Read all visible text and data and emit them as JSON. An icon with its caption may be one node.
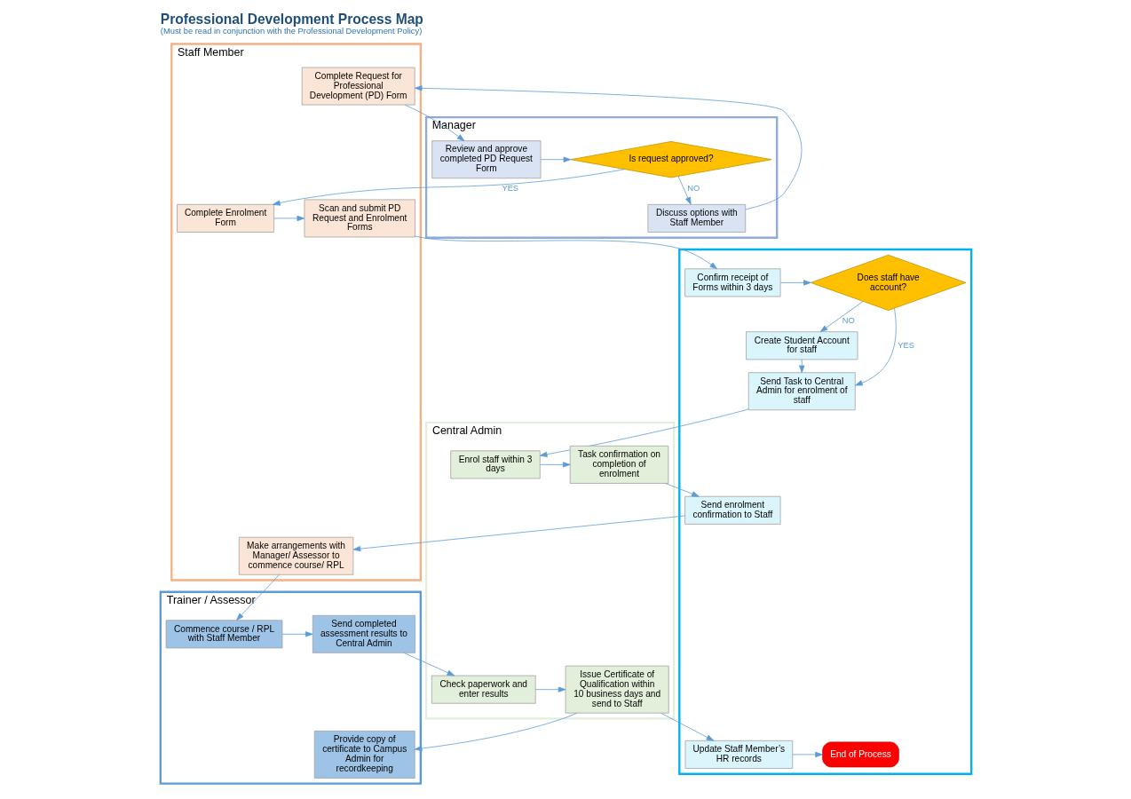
{
  "diagram": {
    "title": "Professional Development Process Map",
    "caption": "(Must be read in conjunction with the Professional Development Policy)",
    "nodes": [
      {
        "text": [
          "Staff Member"
        ]
      },
      {
        "text": [
          "Complete Request for Professional Development (PD) Form"
        ],
        "in": 0
      },
      {
        "text": [
          "Complete Enrolment Form"
        ],
        "in": 0
      },
      {
        "text": [
          "Scan and submit PD Request and Enrolment Forms"
        ],
        "in": 0
      },
      {
        "text": [
          "Make arrangements with Manager/ Assessor to commence course/ RPL"
        ],
        "in": 0
      },
      {
        "text": [
          "Trainer / Assessor"
        ]
      },
      {
        "text": [
          "Commence course / RPL with Staff Member"
        ],
        "in": 5
      },
      {
        "text": [
          "Send completed assessment results to Central Admin"
        ],
        "in": 5
      },
      {
        "text": [
          "Provide copy of certificate to Campus Admin for recordkeeping"
        ],
        "in": 5
      },
      {
        "text": [
          "Manager"
        ]
      },
      {
        "text": [
          "Discuss options with Staff Member"
        ],
        "in": 9
      },
      {
        "text": [
          "Review and approve completed PD Request Form"
        ],
        "in": 9
      },
      {
        "text": [
          "Is request approved?"
        ],
        "in": 9
      },
      {
        "text": [],
        "shape": "box"
      },
      {
        "text": [
          "Confirm receipt of Forms within 3 days"
        ],
        "in": 13
      },
      {
        "text": [
          "Does staff have account?"
        ],
        "in": 13
      },
      {
        "text": [
          "Create Student Account for staff"
        ],
        "in": 13
      },
      {
        "text": [
          "Send Task to Central Admin for enrolment of staff"
        ],
        "in": 13
      },
      {
        "text": [
          "Send enrolment confirmation to Staff"
        ],
        "in": 13
      },
      {
        "text": [
          "Update Staff Member’s HR records"
        ],
        "in": 13
      },
      {
        "text": [
          "End of Process"
        ],
        "in": 13
      },
      {
        "text": [
          "Central Admin"
        ]
      },
      {
        "text": [
          "Enrol staff within 3 days"
        ],
        "in": 21
      },
      {
        "text": [
          "Task confirmation on completion of enrolment"
        ],
        "in": 21
      },
      {
        "text": [
          "Check paperwork and enter results"
        ],
        "in": 21
      },
      {
        "text": [
          "Issue Certificate of Qualification within 10 business days and send to Staff"
        ],
        "in": 21
      }
    ],
    "edges": [
      {
        "from": 1,
        "to": 11,
        "arrow": "to"
      },
      {
        "from": 10,
        "to": 1,
        "arrow": "to"
      },
      {
        "from": 11,
        "to": 12,
        "arrow": "to"
      },
      {
        "from": 12,
        "to": 10,
        "arrow": "to",
        "label": "NO"
      },
      {
        "from": 12,
        "to": 2,
        "arrow": "to",
        "label": "YES"
      },
      {
        "from": 2,
        "to": 3,
        "arrow": "to"
      },
      {
        "from": 3,
        "to": 14,
        "arrow": "to"
      },
      {
        "from": 14,
        "to": 15,
        "arrow": "to"
      },
      {
        "from": 15,
        "to": 16,
        "arrow": "to",
        "label": "NO"
      },
      {
        "from": 15,
        "to": 17,
        "arrow": "to",
        "label": "YES"
      },
      {
        "from": 16,
        "to": 17,
        "arrow": "to"
      },
      {
        "from": 17,
        "to": 22,
        "arrow": "to"
      },
      {
        "from": 22,
        "to": 23,
        "arrow": "to"
      },
      {
        "from": 23,
        "to": 18,
        "arrow": "to"
      },
      {
        "from": 18,
        "to": 4,
        "arrow": "to"
      },
      {
        "from": 4,
        "to": 6,
        "arrow": "to"
      },
      {
        "from": 6,
        "to": 7,
        "arrow": "to"
      },
      {
        "from": 7,
        "to": 24,
        "arrow": "to"
      },
      {
        "from": 24,
        "to": 25,
        "arrow": "to"
      },
      {
        "from": 25,
        "to": 8,
        "arrow": "to"
      },
      {
        "from": 25,
        "to": 19,
        "arrow": "to"
      },
      {
        "from": 19,
        "to": 20,
        "arrow": "to"
      }
    ]
  }
}
